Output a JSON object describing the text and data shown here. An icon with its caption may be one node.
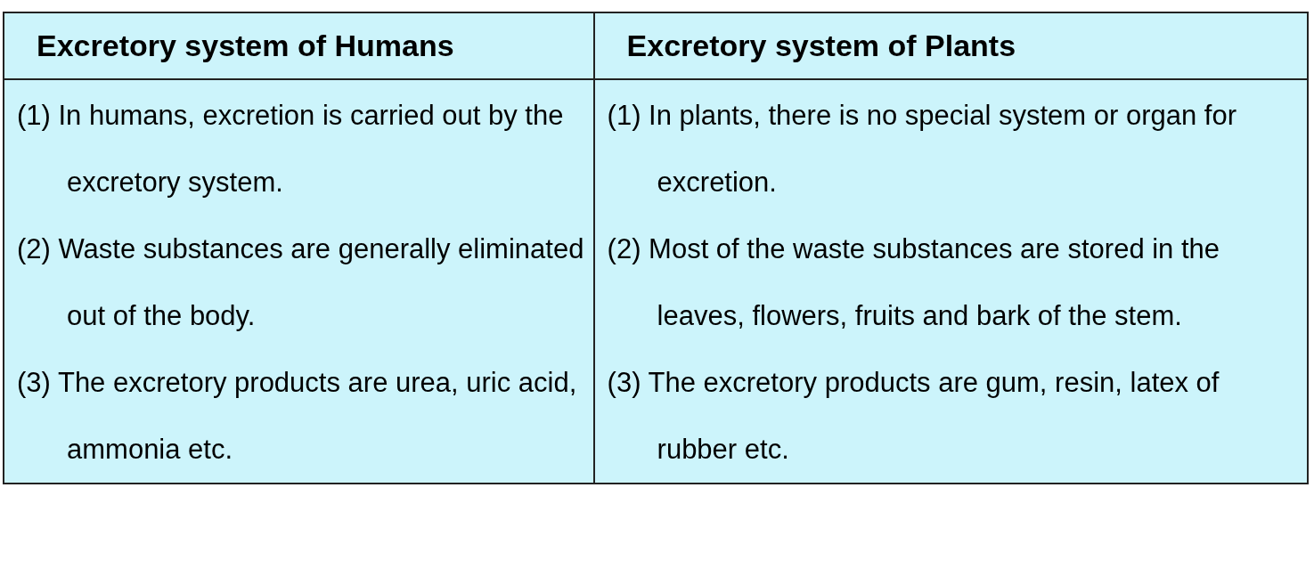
{
  "diagram": {
    "labels": [
      "Excretory system of Humans",
      "Excretory system of Plants",
      "(1) In humans, excretion is carried out by the excretory system.",
      "(1) In plants, there is no special system or organ for excretion.",
      "(2) Waste substances are generally eliminated out of the body.",
      "(2) Most of the waste substances are stored in the leaves, flowers, fruits and bark of the stem.",
      "(3) The excretory products are urea, uric acid, ammonia etc.",
      "(3) The excretory products are gum, resin, latex of rubber etc."
    ]
  }
}
